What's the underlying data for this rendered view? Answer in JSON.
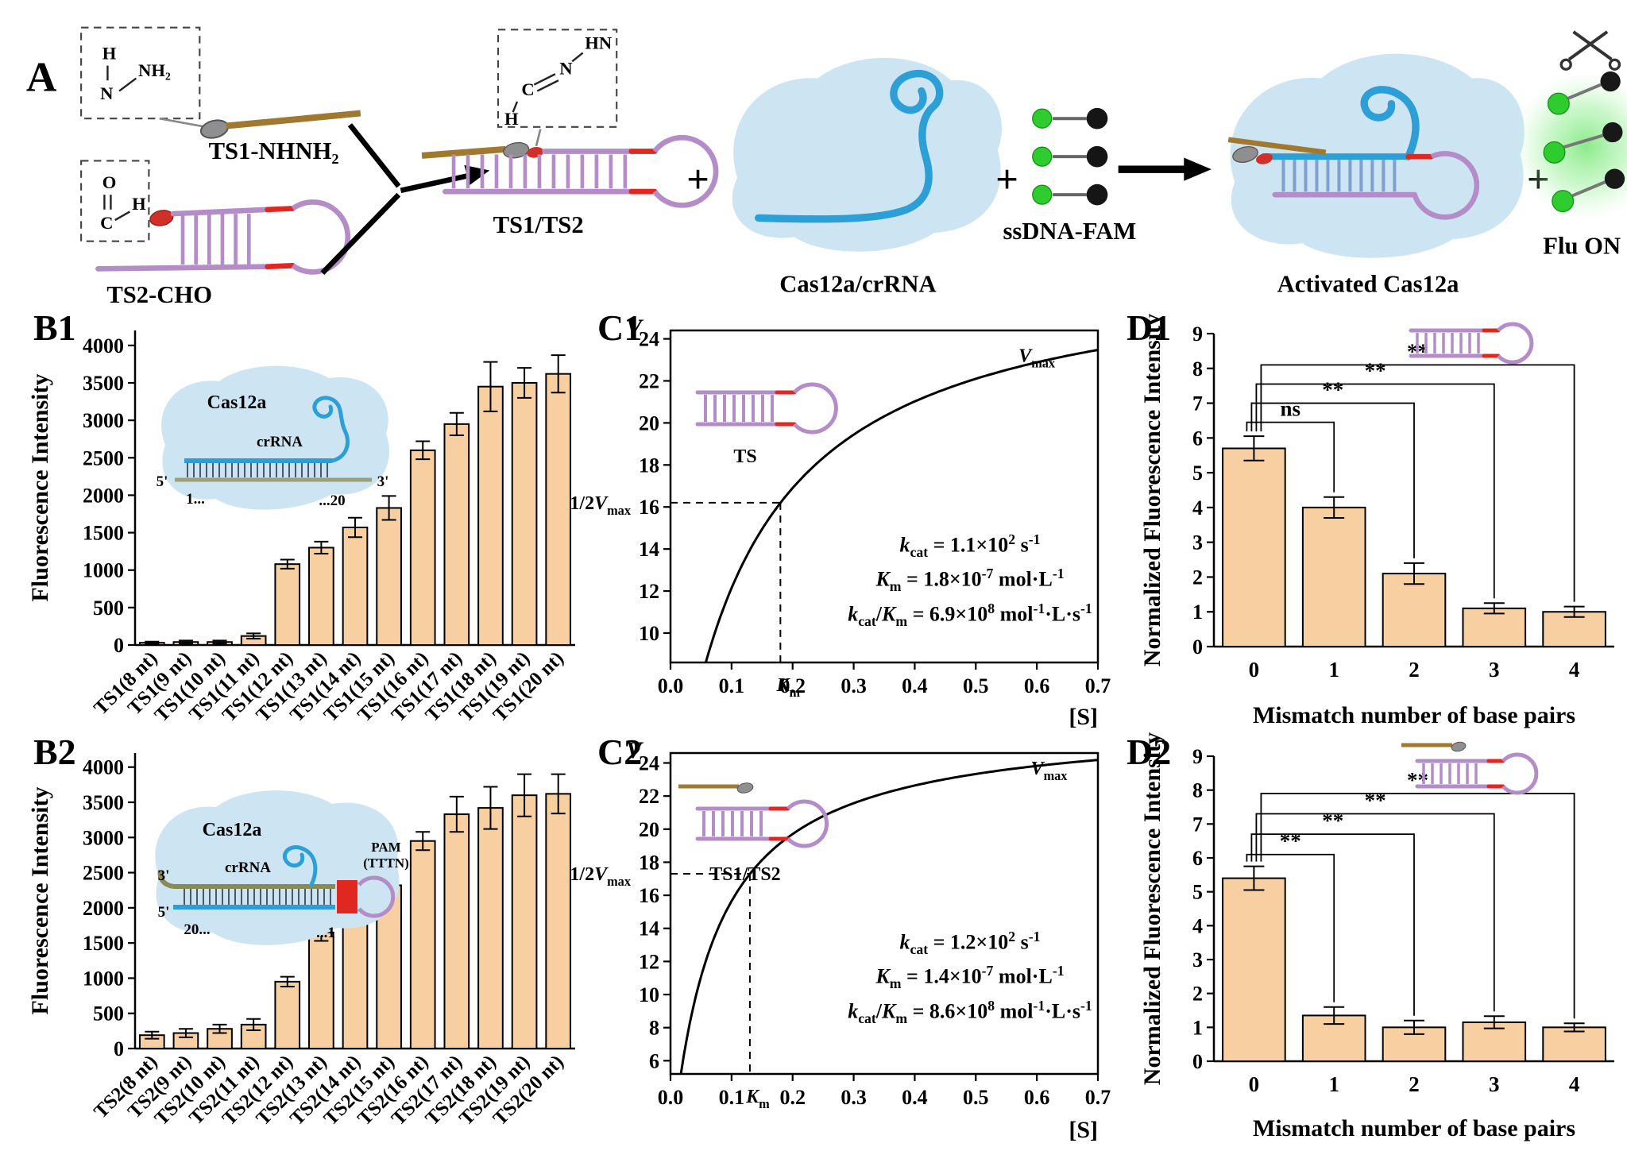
{
  "figure_a": {
    "label": "A",
    "plus": "+",
    "ts1": {
      "label": "TS1-NHNH₂",
      "chem": {
        "h": "H",
        "n": "N",
        "nh2": "NH₂"
      }
    },
    "ts2": {
      "label": "TS2-CHO",
      "chem": {
        "o": "O",
        "c": "C",
        "h": "H"
      }
    },
    "duplex": {
      "label": "TS1/TS2",
      "chem": {
        "c": "C",
        "h": "H",
        "n": "N",
        "hn": "HN"
      }
    },
    "cas": {
      "label": "Cas12a/crRNA"
    },
    "ssdna": {
      "label": "ssDNA-FAM"
    },
    "activated": {
      "label": "Activated Cas12a"
    },
    "flu": {
      "label": "Flu ON"
    }
  },
  "panels": {
    "b1": {
      "label": "B1",
      "inset": {
        "cas": "Cas12a",
        "crrna": "crRNA",
        "five": "5'",
        "three": "3'",
        "start": "1...",
        "end": "...20"
      }
    },
    "b2": {
      "label": "B2",
      "inset": {
        "cas": "Cas12a",
        "crrna": "crRNA",
        "pam1": "PAM",
        "pam2": "(TTTN)",
        "three": "3'",
        "five": "5'",
        "start": "20...",
        "end": "...1"
      }
    },
    "c1": {
      "label": "C1",
      "inset_label": "TS"
    },
    "c2": {
      "label": "C2",
      "inset_label": "TS1/TS2"
    },
    "d1": {
      "label": "D1"
    },
    "d2": {
      "label": "D2"
    }
  },
  "chart_data": [
    {
      "id": "B1",
      "type": "bar",
      "ylabel": "Fluorescence Intensity",
      "categories": [
        "TS1(8 nt)",
        "TS1(9 nt)",
        "TS1(10 nt)",
        "TS1(11 nt)",
        "TS1(12 nt)",
        "TS1(13 nt)",
        "TS1(14 nt)",
        "TS1(15 nt)",
        "TS1(16 nt)",
        "TS1(17 nt)",
        "TS1(18 nt)",
        "TS1(19 nt)",
        "TS1(20 nt)"
      ],
      "values": [
        30,
        40,
        40,
        120,
        1080,
        1300,
        1570,
        1830,
        2600,
        2950,
        3450,
        3500,
        3620
      ],
      "errors": [
        15,
        20,
        20,
        35,
        60,
        80,
        130,
        160,
        120,
        150,
        330,
        200,
        250
      ],
      "ylim": [
        0,
        4200
      ],
      "yticks": [
        0,
        500,
        1000,
        1500,
        2000,
        2500,
        3000,
        3500,
        4000
      ],
      "bar_color": "#F8CFA0",
      "grid": false
    },
    {
      "id": "B2",
      "type": "bar",
      "ylabel": "Fluorescence Intensity",
      "categories": [
        "TS2(8 nt)",
        "TS2(9 nt)",
        "TS2(10 nt)",
        "TS2(11 nt)",
        "TS2(12 nt)",
        "TS2(13 nt)",
        "TS2(14 nt)",
        "TS2(15 nt)",
        "TS2(16 nt)",
        "TS2(17 nt)",
        "TS2(18 nt)",
        "TS2(19 nt)",
        "TS2(20 nt)"
      ],
      "values": [
        190,
        220,
        280,
        340,
        950,
        1650,
        2060,
        2320,
        2950,
        3330,
        3420,
        3600,
        3620
      ],
      "errors": [
        50,
        60,
        60,
        80,
        70,
        120,
        140,
        180,
        130,
        250,
        300,
        300,
        280
      ],
      "ylim": [
        0,
        4200
      ],
      "yticks": [
        0,
        500,
        1000,
        1500,
        2000,
        2500,
        3000,
        3500,
        4000
      ],
      "bar_color": "#F8CFA0",
      "grid": false
    },
    {
      "id": "C1",
      "type": "line",
      "xlabel": "[S]",
      "ylabel": "*V*",
      "xlim": [
        0,
        0.7
      ],
      "xticks": [
        0,
        0.1,
        0.2,
        0.3,
        0.4,
        0.5,
        0.6,
        0.7
      ],
      "ylim": [
        8.6,
        24.4
      ],
      "yticks": [
        10,
        12,
        14,
        16,
        18,
        20,
        22,
        24
      ],
      "curve_fit": {
        "a": 27.8,
        "b": 0.129
      },
      "annotations": {
        "vmax_label": "*V*_{max}",
        "vmax_pos": [
          0.6,
          22.9
        ],
        "half_vmax_label": "1/2*V*_{max}",
        "half_vmax_y": 16.2,
        "km_label": "*K*_{m}",
        "km_x": 0.18
      },
      "kinetics": [
        "*k*_{cat} = 1.1×10^{2} s^{-1}",
        "*K*_{m} = 1.8×10^{-7} mol·L^{-1}",
        "*k*_{cat}/*K*_{m} = 6.9×10^{8} mol^{-1}·L·s^{-1}"
      ],
      "grid": false,
      "legend": "none"
    },
    {
      "id": "C2",
      "type": "line",
      "xlabel": "[S]",
      "ylabel": "*V*",
      "xlim": [
        0,
        0.7
      ],
      "xticks": [
        0,
        0.1,
        0.2,
        0.3,
        0.4,
        0.5,
        0.6,
        0.7
      ],
      "ylim": [
        5.2,
        24.6
      ],
      "yticks": [
        6,
        8,
        10,
        12,
        14,
        16,
        18,
        20,
        22,
        24
      ],
      "curve_fit": {
        "a": 26.6,
        "b": 0.07
      },
      "annotations": {
        "vmax_label": "*V*_{max}",
        "vmax_pos": [
          0.62,
          23.3
        ],
        "half_vmax_label": "1/2*V*_{max}",
        "half_vmax_y": 17.3,
        "km_label": "*K*_{m}",
        "km_x": 0.13
      },
      "kinetics": [
        "*k*_{cat} = 1.2×10^{2} s^{-1}",
        "*K*_{m} = 1.4×10^{-7} mol·L^{-1}",
        "*k*_{cat}/*K*_{m} = 8.6×10^{8} mol^{-1}·L·s^{-1}"
      ],
      "grid": false,
      "legend": "none"
    },
    {
      "id": "D1",
      "type": "bar",
      "xlabel": "Mismatch number of base pairs",
      "ylabel": "Normalized Fluorescence Intensity",
      "categories": [
        "0",
        "1",
        "2",
        "3",
        "4"
      ],
      "values": [
        5.7,
        4.0,
        2.1,
        1.1,
        1.0
      ],
      "errors": [
        0.35,
        0.3,
        0.3,
        0.15,
        0.15
      ],
      "ylim": [
        0,
        9
      ],
      "yticks": [
        0,
        1,
        2,
        3,
        4,
        5,
        6,
        7,
        8,
        9
      ],
      "bar_color": "#F8CFA0",
      "significance": [
        {
          "from": 0,
          "to": 1,
          "label": "ns",
          "y": 6.45
        },
        {
          "from": 0,
          "to": 2,
          "label": "**",
          "y": 7.0
        },
        {
          "from": 0,
          "to": 3,
          "label": "**",
          "y": 7.55
        },
        {
          "from": 0,
          "to": 4,
          "label": "**",
          "y": 8.1
        }
      ],
      "grid": false
    },
    {
      "id": "D2",
      "type": "bar",
      "xlabel": "Mismatch number of base pairs",
      "ylabel": "Normalized Fluorescence Intensity",
      "categories": [
        "0",
        "1",
        "2",
        "3",
        "4"
      ],
      "values": [
        5.4,
        1.35,
        1.0,
        1.15,
        1.0
      ],
      "errors": [
        0.35,
        0.25,
        0.2,
        0.18,
        0.12
      ],
      "ylim": [
        0,
        9
      ],
      "yticks": [
        0,
        1,
        2,
        3,
        4,
        5,
        6,
        7,
        8,
        9
      ],
      "bar_color": "#F8CFA0",
      "significance": [
        {
          "from": 0,
          "to": 1,
          "label": "**",
          "y": 6.1
        },
        {
          "from": 0,
          "to": 2,
          "label": "**",
          "y": 6.7
        },
        {
          "from": 0,
          "to": 3,
          "label": "**",
          "y": 7.3
        },
        {
          "from": 0,
          "to": 4,
          "label": "**",
          "y": 7.9
        }
      ],
      "grid": false
    }
  ]
}
